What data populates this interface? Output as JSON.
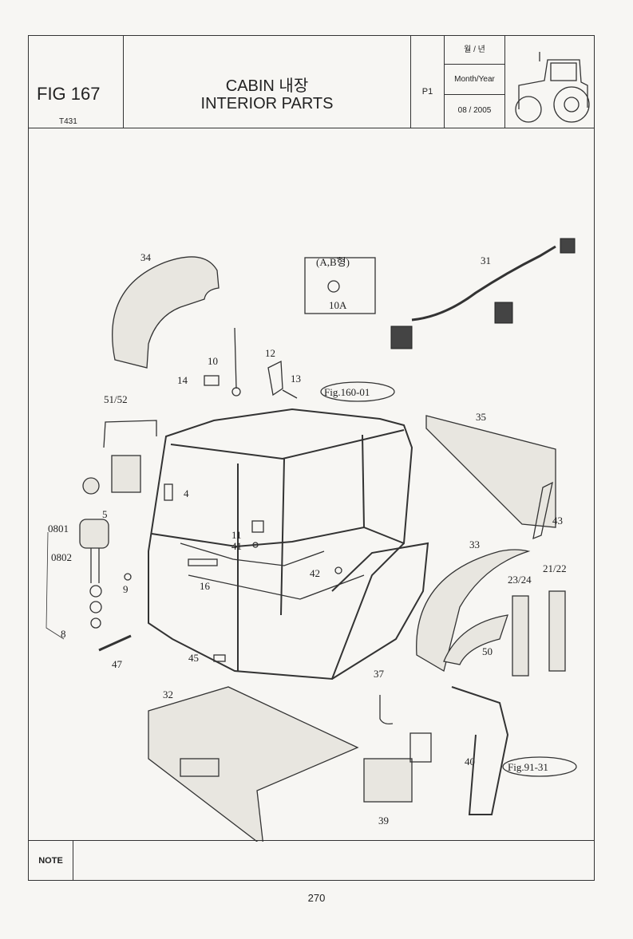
{
  "header": {
    "fig_number": "FIG 167",
    "model": "T431",
    "title_line1": "CABIN 내장",
    "title_line2": "INTERIOR PARTS",
    "page_code": "P1",
    "month_year_korean": "월 / 년",
    "month_year_label": "Month/Year",
    "date": "08 / 2005"
  },
  "callouts": {
    "c34": "34",
    "c31": "31",
    "c10": "10",
    "c12": "12",
    "c14": "14",
    "c13": "13",
    "c5152": "51/52",
    "c35": "35",
    "c43": "43",
    "c4": "4",
    "c5": "5",
    "c0801": "0801",
    "c0802": "0802",
    "c11": "11",
    "c41": "41",
    "c9": "9",
    "c16": "16",
    "c42": "42",
    "c33": "33",
    "c2324": "23/24",
    "c2122": "21/22",
    "c8": "8",
    "c50": "50",
    "c47": "47",
    "c45": "45",
    "c37": "37",
    "c32": "32",
    "c40": "40",
    "c39": "39",
    "c10a": "10A"
  },
  "variant_box": {
    "label": "(A,B형)"
  },
  "references": {
    "ref1": "Fig.160-01",
    "ref2": "Fig.91-31"
  },
  "footer": {
    "note_label": "NOTE",
    "page_number": "270"
  }
}
